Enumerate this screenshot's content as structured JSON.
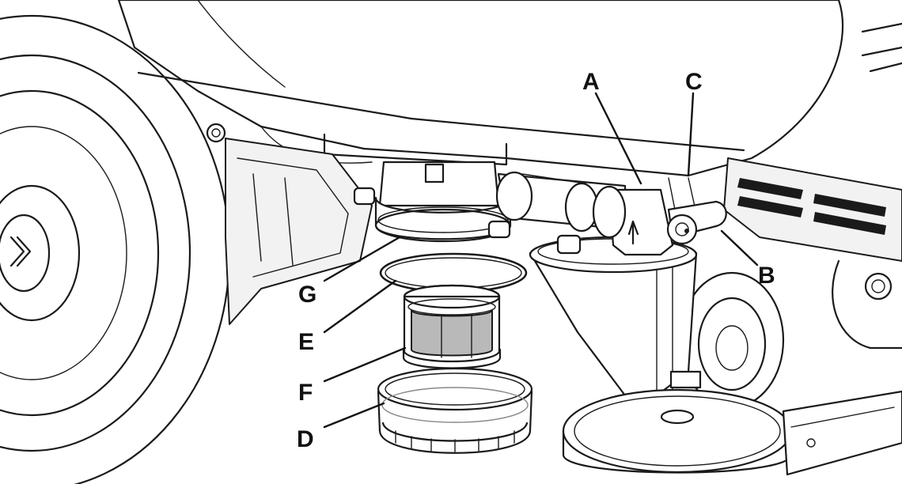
{
  "callouts": {
    "A": "A",
    "B": "B",
    "C": "C",
    "D": "D",
    "E": "E",
    "F": "F",
    "G": "G"
  }
}
